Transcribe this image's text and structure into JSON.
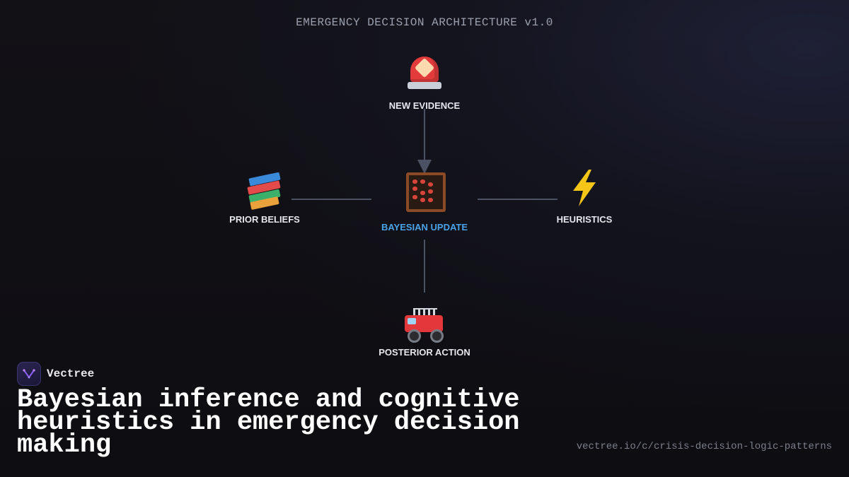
{
  "header": {
    "title": "EMERGENCY DECISION ARCHITECTURE v1.0"
  },
  "diagram": {
    "nodes": {
      "top": {
        "label": "NEW EVIDENCE",
        "icon": "police-siren-icon"
      },
      "left": {
        "label": "PRIOR BELIEFS",
        "icon": "books-icon"
      },
      "center": {
        "label": "BAYESIAN UPDATE",
        "icon": "abacus-icon"
      },
      "right": {
        "label": "HEURISTICS",
        "icon": "lightning-bolt-icon"
      },
      "bottom": {
        "label": "POSTERIOR ACTION",
        "icon": "fire-engine-icon"
      }
    },
    "colors": {
      "connector": "#4b5263",
      "center_label": "#4aa3e8",
      "node_label": "#e6e7ec"
    }
  },
  "footer": {
    "brand_name": "Vectree",
    "title": "Bayesian inference and cognitive heuristics in emergency decision making",
    "url": "vectree.io/c/crisis-decision-logic-patterns"
  }
}
